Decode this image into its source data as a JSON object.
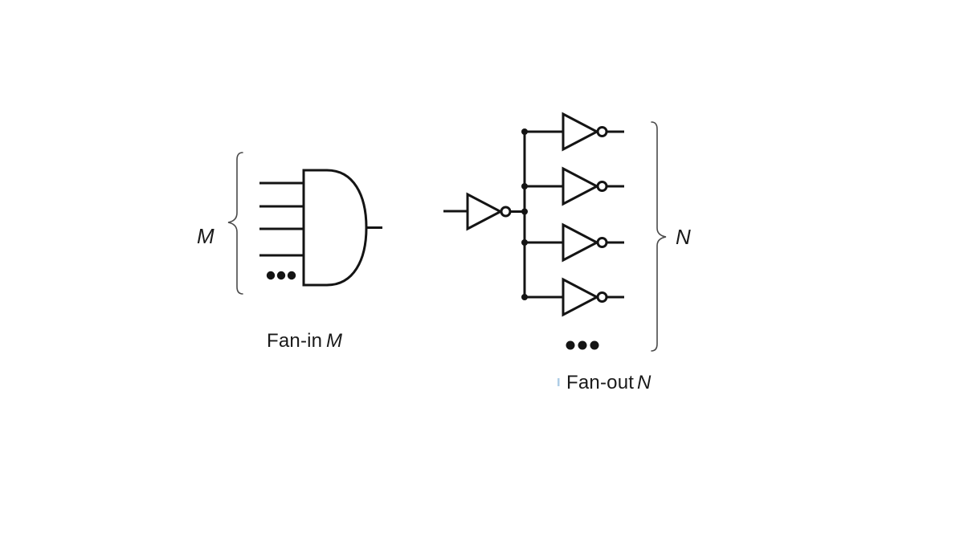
{
  "figure": {
    "type": "logic-circuit-diagram",
    "background": "#ffffff",
    "colors": {
      "line": "#141414",
      "brace": "#4a4a4a",
      "text": "#1a1a1a",
      "artifact_tick": "#aecde6"
    },
    "fan_in": {
      "brace_label": "M",
      "caption_text": "Fan-in",
      "caption_symbol": "M",
      "gate": "and-gate",
      "inputs_shown": 4,
      "ellipsis": "•••"
    },
    "fan_out": {
      "brace_label": "N",
      "caption_text": "Fan-out",
      "caption_symbol": "N",
      "driver_gate": "inverter",
      "load_gate": "inverter",
      "loads_shown": 4,
      "ellipsis": "•••"
    }
  }
}
